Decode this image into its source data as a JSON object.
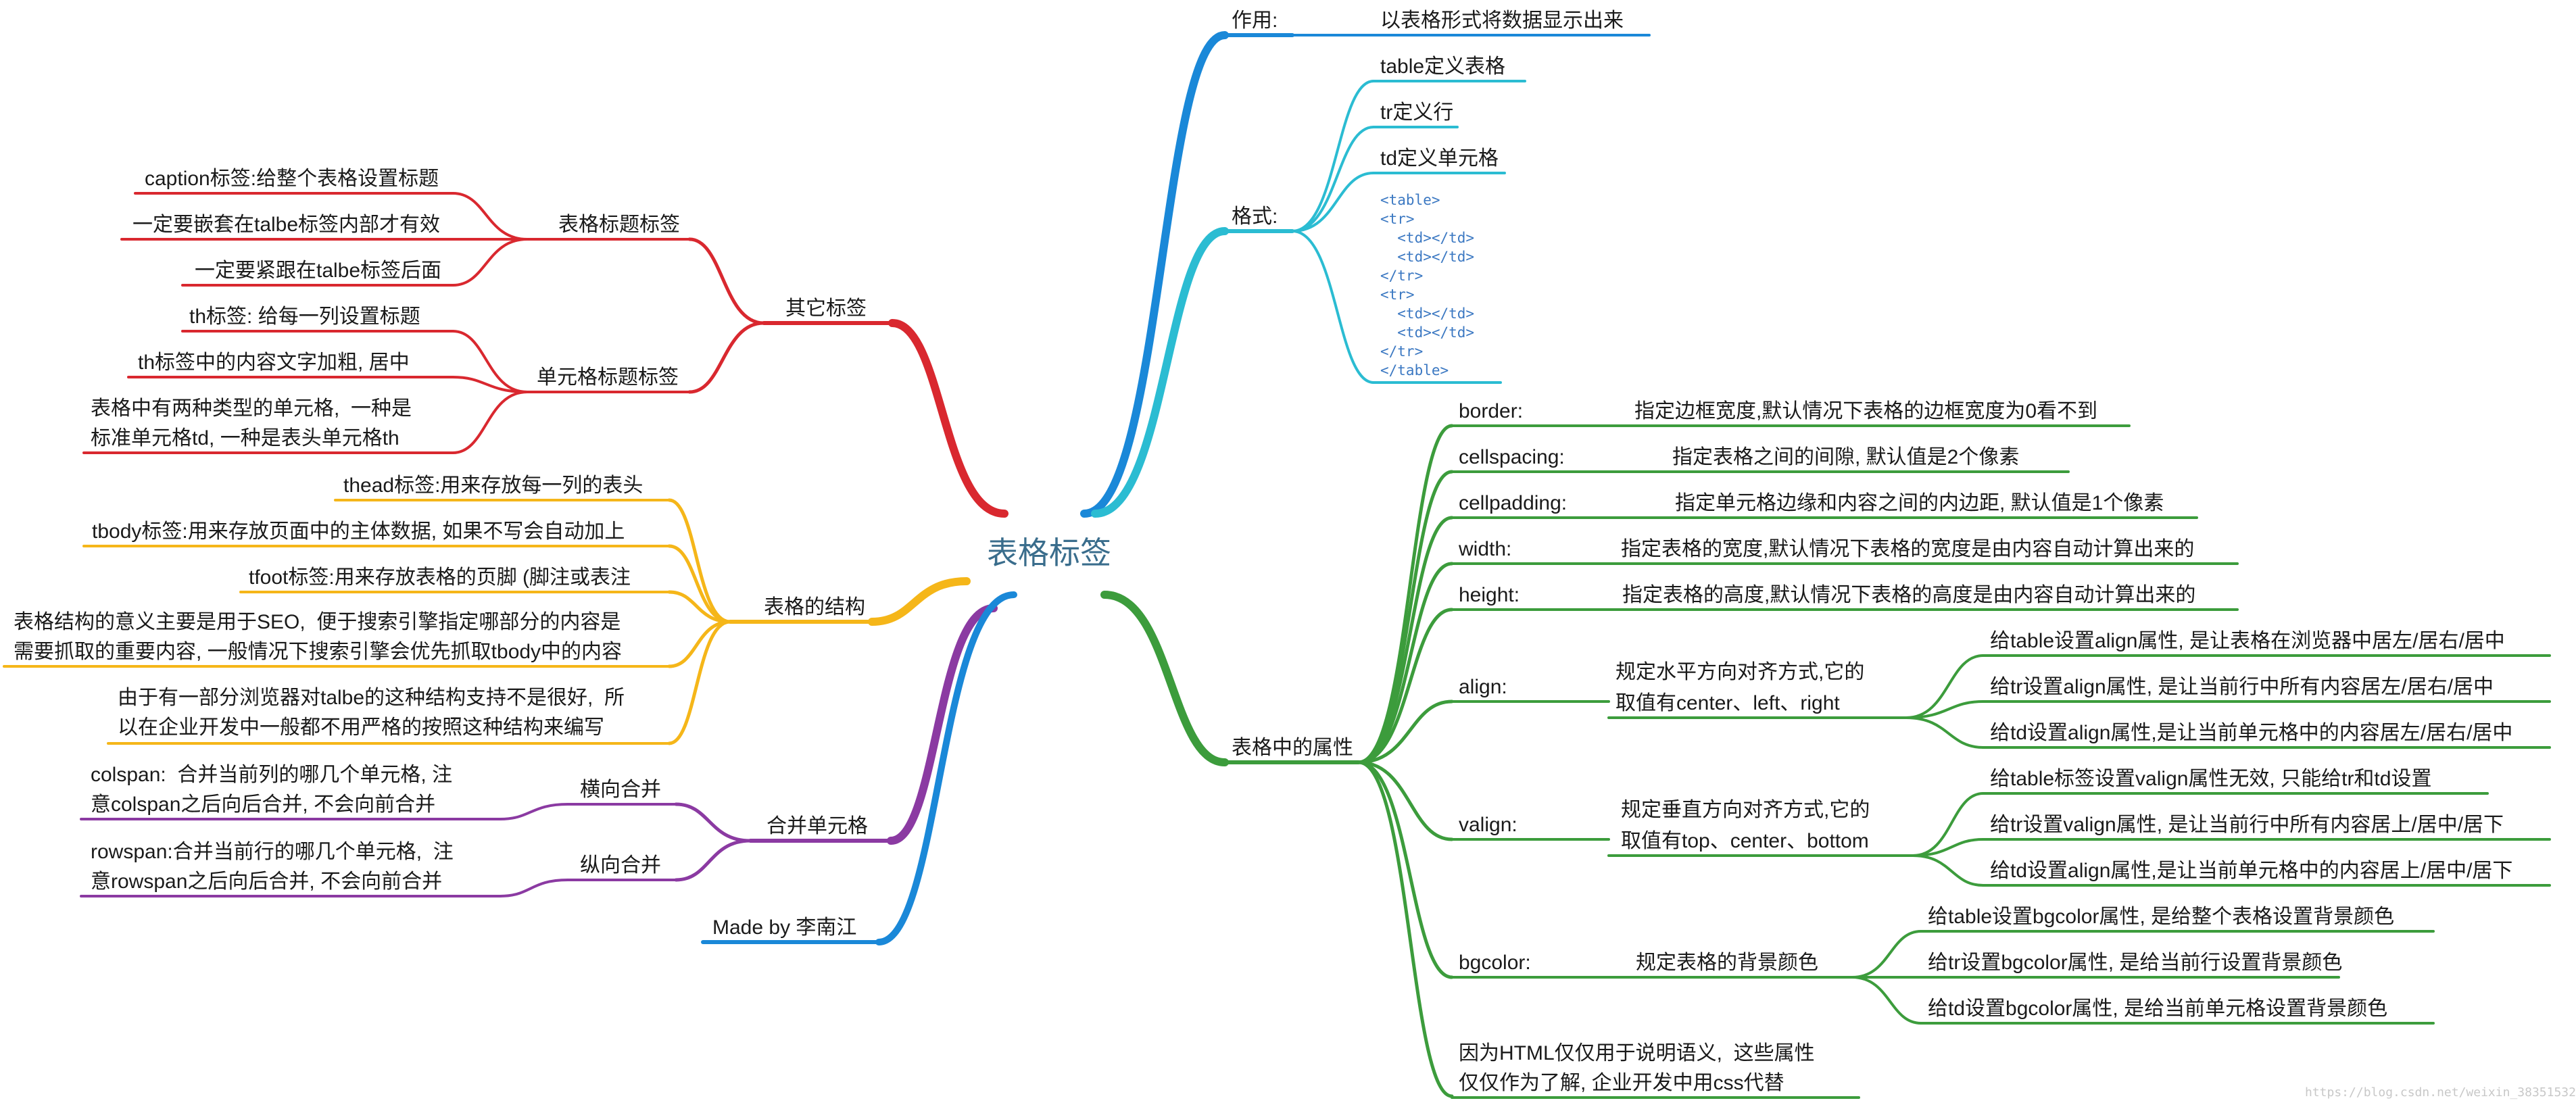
{
  "root": "表格标签",
  "colors": {
    "blue": "#1a88d8",
    "cyan": "#2bbcd2",
    "green": "#3c9c3c",
    "red": "#d9282f",
    "yellow": "#f5b619",
    "purple": "#8b3aa2",
    "root_text": "#3a6d8c",
    "code": "#3b78c2"
  },
  "right": {
    "zuoyong": {
      "label": "作用:",
      "desc": "以表格形式将数据显示出来"
    },
    "geshi": {
      "label": "格式:",
      "items": [
        "table定义表格",
        "tr定义行",
        "td定义单元格"
      ],
      "code": "<table>\n<tr>\n  <td></td>\n  <td></td>\n</tr>\n<tr>\n  <td></td>\n  <td></td>\n</tr>\n</table>"
    },
    "attrs": {
      "label": "表格中的属性",
      "border": {
        "label": "border:",
        "desc": "指定边框宽度,默认情况下表格的边框宽度为0看不到"
      },
      "cellspacing": {
        "label": "cellspacing:",
        "desc": "指定表格之间的间隙, 默认值是2个像素"
      },
      "cellpadding": {
        "label": "cellpadding:",
        "desc": "指定单元格边缘和内容之间的内边距, 默认值是1个像素"
      },
      "width": {
        "label": "width:",
        "desc": "指定表格的宽度,默认情况下表格的宽度是由内容自动计算出来的"
      },
      "height": {
        "label": "height:",
        "desc": "指定表格的高度,默认情况下表格的高度是由内容自动计算出来的"
      },
      "align": {
        "label": "align:",
        "desc1": "规定水平方向对齐方式,它的",
        "desc2": "取值有center、left、right",
        "items": [
          "给table设置align属性, 是让表格在浏览器中居左/居右/居中",
          "给tr设置align属性, 是让当前行中所有内容居左/居右/居中",
          "给td设置align属性,是让当前单元格中的内容居左/居右/居中"
        ]
      },
      "valign": {
        "label": "valign:",
        "desc1": "规定垂直方向对齐方式,它的",
        "desc2": "取值有top、center、bottom",
        "items": [
          "给table标签设置valign属性无效, 只能给tr和td设置",
          "给tr设置valign属性, 是让当前行中所有内容居上/居中/居下",
          "给td设置align属性,是让当前单元格中的内容居上/居中/居下"
        ]
      },
      "bgcolor": {
        "label": "bgcolor:",
        "desc": "规定表格的背景颜色",
        "items": [
          "给table设置bgcolor属性, 是给整个表格设置背景颜色",
          "给tr设置bgcolor属性, 是给当前行设置背景颜色",
          "给td设置bgcolor属性, 是给当前单元格设置背景颜色"
        ]
      },
      "note1": "因为HTML仅仅用于说明语义,  这些属性",
      "note2": "仅仅作为了解, 企业开发中用css代替"
    }
  },
  "left": {
    "qita": {
      "label": "其它标签",
      "caption": {
        "label": "表格标题标签",
        "items": [
          "caption标签:给整个表格设置标题",
          "一定要嵌套在talbe标签内部才有效",
          "一定要紧跟在talbe标签后面"
        ]
      },
      "th": {
        "label": "单元格标题标签",
        "items": [
          "th标签: 给每一列设置标题",
          "th标签中的内容文字加粗, 居中"
        ],
        "item3_1": "表格中有两种类型的单元格,  一种是",
        "item3_2": "标准单元格td, 一种是表头单元格th"
      }
    },
    "jiegou": {
      "label": "表格的结构",
      "thead": "thead标签:用来存放每一列的表头",
      "tbody": "tbody标签:用来存放页面中的主体数据, 如果不写会自动加上",
      "tfoot": "tfoot标签:用来存放表格的页脚 (脚注或表注",
      "seo1": "表格结构的意义主要是用于SEO,  便于搜索引擎指定哪部分的内容是",
      "seo2": "需要抓取的重要内容, 一般情况下搜索引擎会优先抓取tbody中的内容",
      "compat1": "由于有一部分浏览器对talbe的这种结构支持不是很好,  所",
      "compat2": "以在企业开发中一般都不用严格的按照这种结构来编写"
    },
    "hebing": {
      "label": "合并单元格",
      "heng": {
        "label": "横向合并",
        "d1": "colspan:  合并当前列的哪几个单元格, 注",
        "d2": "意colspan之后向后合并, 不会向前合并"
      },
      "zong": {
        "label": "纵向合并",
        "d1": "rowspan:合并当前行的哪几个单元格,  注",
        "d2": "意rowspan之后向后合并, 不会向前合并"
      }
    },
    "madeby": "Made by 李南江"
  },
  "watermark": "https://blog.csdn.net/weixin_38351532"
}
